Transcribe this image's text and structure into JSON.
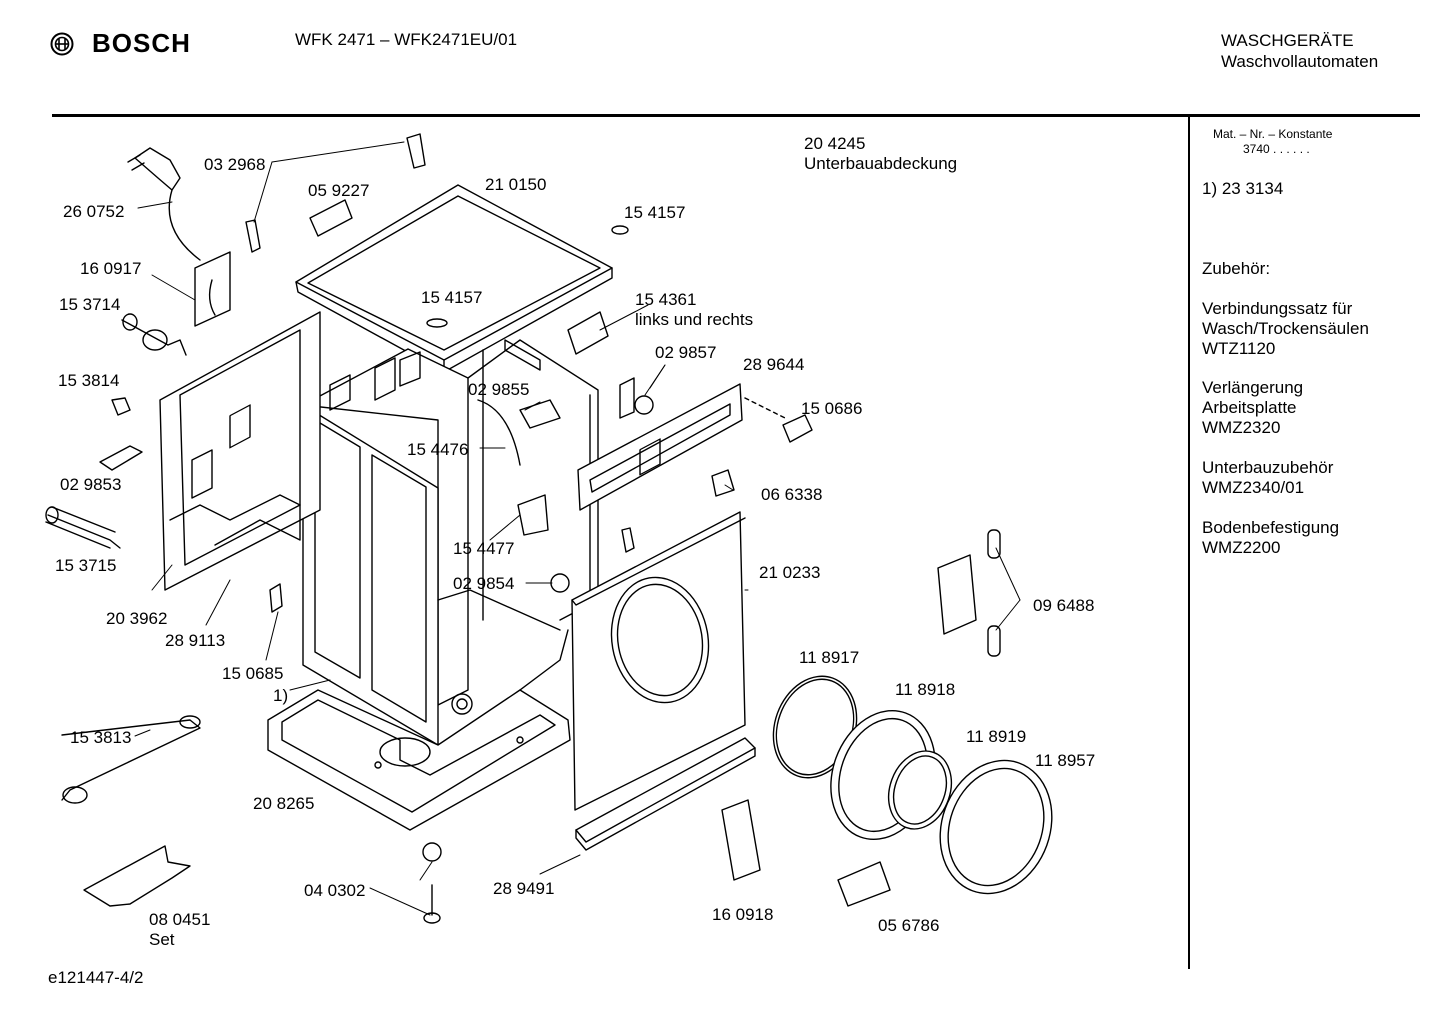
{
  "header": {
    "brand": "BOSCH",
    "model": "WFK 2471 – WFK2471EU/01",
    "category_line1": "WASCHGERÄTE",
    "category_line2": "Waschvollautomaten"
  },
  "sidebar": {
    "mat_label": "Mat. – Nr. – Konstante",
    "mat_value": "3740  .  .  .  .  .  .",
    "footnote": "1)  23 3134",
    "zubehoer_title": "Zubehör:",
    "accessories": [
      {
        "line1": "Verbindungssatz für",
        "line2": "Wasch/Trockensäulen",
        "line3": "WTZ1120"
      },
      {
        "line1": "Verlängerung",
        "line2": "Arbeitsplatte",
        "line3": "WMZ2320"
      },
      {
        "line1": "Unterbauzubehör",
        "line2": "WMZ2340/01",
        "line3": ""
      },
      {
        "line1": "Bodenbefestigung",
        "line2": "WMZ2200",
        "line3": ""
      }
    ]
  },
  "parts": {
    "p204245": "20 4245",
    "p204245_desc": "Unterbauabdeckung",
    "p032968": "03 2968",
    "p059227": "05 9227",
    "p210150": "21 0150",
    "p154157a": "15 4157",
    "p154157b": "15 4157",
    "p260752": "26 0752",
    "p160917": "16 0917",
    "p153714": "15 3714",
    "p154361": "15 4361",
    "p154361_desc": "links und rechts",
    "p029857": "02 9857",
    "p289644": "28 9644",
    "p153814": "15 3814",
    "p029855": "02 9855",
    "p150686": "15 0686",
    "p154476": "15 4476",
    "p029853": "02 9853",
    "p066338": "06 6338",
    "p153715": "15 3715",
    "p154477": "15 4477",
    "p210233": "21 0233",
    "p029854": "02 9854",
    "p096488": "09 6488",
    "p203962": "20 3962",
    "p289113": "28 9113",
    "p150685": "15 0685",
    "p_foot1": "1)",
    "p118917": "11 8917",
    "p118918": "11 8918",
    "p118919": "11 8919",
    "p118957": "11 8957",
    "p153813": "15 3813",
    "p208265": "20 8265",
    "p040302": "04 0302",
    "p289491": "28 9491",
    "p160918": "16 0918",
    "p056786": "05 6786",
    "p080451": "08 0451",
    "p080451_desc": "Set"
  },
  "footer": {
    "code": "e121447-4/2"
  }
}
